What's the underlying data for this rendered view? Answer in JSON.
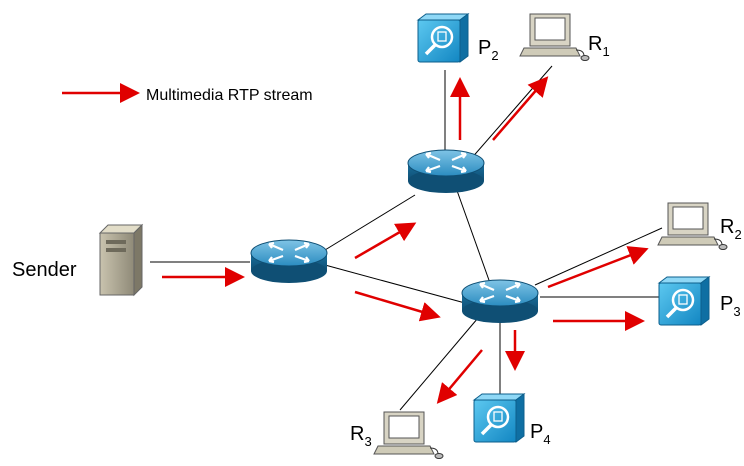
{
  "legend": {
    "label": "Multimedia RTP stream",
    "color": "#e00000"
  },
  "nodes": {
    "sender": {
      "label": "Sender",
      "icon": "server-icon"
    },
    "p2": {
      "label": "P",
      "sub": "2",
      "icon": "monitor-probe-icon"
    },
    "r1": {
      "label": "R",
      "sub": "1",
      "icon": "workstation-icon"
    },
    "r2": {
      "label": "R",
      "sub": "2",
      "icon": "workstation-icon"
    },
    "p3": {
      "label": "P",
      "sub": "3",
      "icon": "monitor-probe-icon"
    },
    "r3": {
      "label": "R",
      "sub": "3",
      "icon": "workstation-icon"
    },
    "p4": {
      "label": "P",
      "sub": "4",
      "icon": "monitor-probe-icon"
    },
    "router_a": {
      "icon": "router-icon"
    },
    "router_b": {
      "icon": "router-icon"
    },
    "router_c": {
      "icon": "router-icon"
    }
  },
  "colors": {
    "router": "#1f7fb0",
    "probe": "#1aa0d8",
    "stream": "#e00000"
  }
}
